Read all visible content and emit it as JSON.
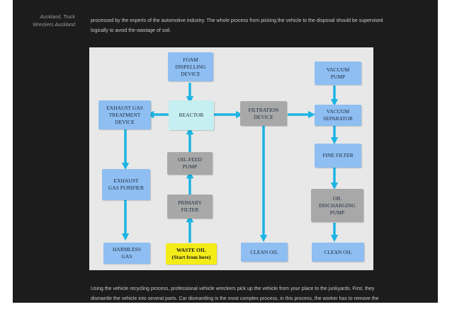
{
  "sidebar": {
    "note_line1": "Auckland, Truck",
    "note_line2": "Wreckers Auckland"
  },
  "article": {
    "paragraph_top_line1": "processed by the experts of the automotive industry. The whole process from picking the vehicle to the disposal should be supervised",
    "paragraph_top_line2": "logically to avoid the wastage of soil.",
    "paragraph_bottom_line1": "Using the vehicle recycling process, professional vehicle wreckers pick up the vehicle from your place to the junkyards. First, they",
    "paragraph_bottom_line2": "dismantle the vehicle into several parts. Car dismantling is the most complex process, in this process, the worker has to remove the"
  },
  "diagram": {
    "nodes": {
      "foam": [
        "FOAM",
        "DISPELLING",
        "DEVICE"
      ],
      "exhaust_treatment": [
        "EXHAUST GAS",
        "TREATMENT",
        "DEVICE"
      ],
      "reactor": [
        "REACTOR"
      ],
      "filtration": [
        "FILTRATION",
        "DEVICE"
      ],
      "vacuum_pump": [
        "VACUUM",
        "PUMP"
      ],
      "vacuum_separator": [
        "VACUUM",
        "SEPARATOR"
      ],
      "fine_filter": [
        "FINE FILTER"
      ],
      "oil_feed_pump": [
        "OIL-FEED",
        "PUMP"
      ],
      "exhaust_purifier": [
        "EXHAUST",
        "GAS PURIFIER"
      ],
      "primary_filter": [
        "PRIMARY",
        "FILTER"
      ],
      "oil_discharging_pump": [
        "OIL",
        "DISCHARGING",
        "PUMP"
      ],
      "harmless_gas": [
        "HARMLESS",
        "GAS"
      ],
      "waste_oil": [
        "WASTE OIL",
        "(Start from here)"
      ],
      "clean_oil_left": [
        "CLEAN OIL"
      ],
      "clean_oil_right": [
        "CLEAN OIL"
      ]
    },
    "colors": {
      "blue": "#8ebef2",
      "gray": "#a8a8a8",
      "cyan": "#c6eff1",
      "yellow": "#f4ec18",
      "arrow": "#1cb4e2"
    }
  }
}
